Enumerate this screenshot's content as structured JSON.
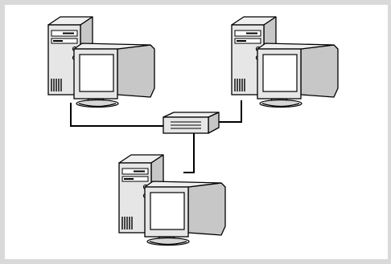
{
  "diagram": {
    "nodes": [
      {
        "id": "pc-top-left",
        "kind": "computer",
        "icon": "desktop-computer-icon"
      },
      {
        "id": "pc-top-right",
        "kind": "computer",
        "icon": "desktop-computer-icon"
      },
      {
        "id": "pc-bottom",
        "kind": "computer",
        "icon": "desktop-computer-icon"
      },
      {
        "id": "hub",
        "kind": "network-switch",
        "icon": "network-hub-icon"
      }
    ],
    "edges": [
      {
        "from": "pc-top-left",
        "to": "hub"
      },
      {
        "from": "pc-top-right",
        "to": "hub"
      },
      {
        "from": "pc-bottom",
        "to": "hub"
      }
    ],
    "colors": {
      "outline": "#000000",
      "case_front": "#e6e6e6",
      "case_side": "#c7c7c7",
      "case_top": "#efefef",
      "screen": "#ffffff",
      "frame_bg": "#d9d9d9"
    }
  }
}
